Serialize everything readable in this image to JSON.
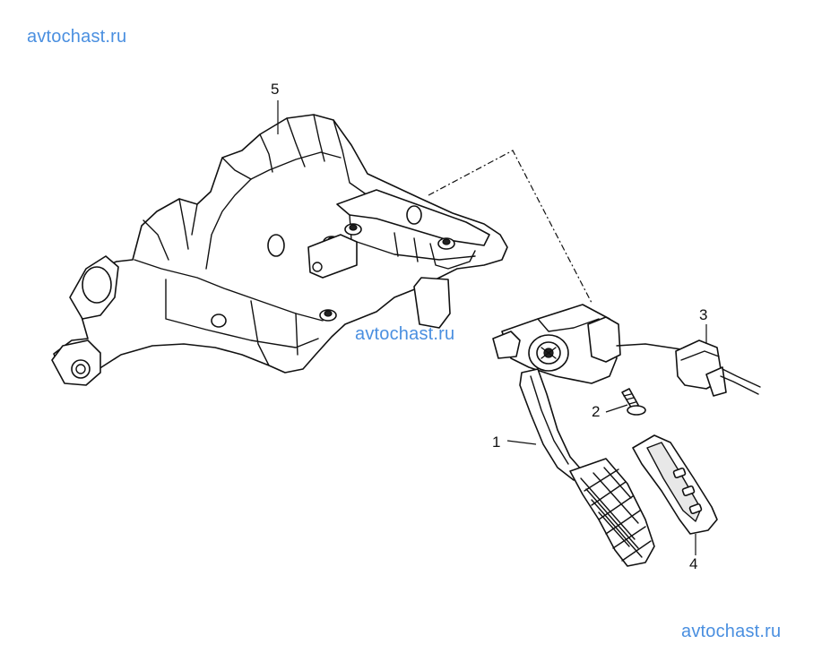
{
  "watermarks": {
    "top": "avtochast.ru",
    "middle": "avtochast.ru",
    "bottom": "avtochast.ru"
  },
  "callouts": {
    "part_1": "1",
    "part_2": "2",
    "part_3": "3",
    "part_4": "4",
    "part_5": "5"
  }
}
